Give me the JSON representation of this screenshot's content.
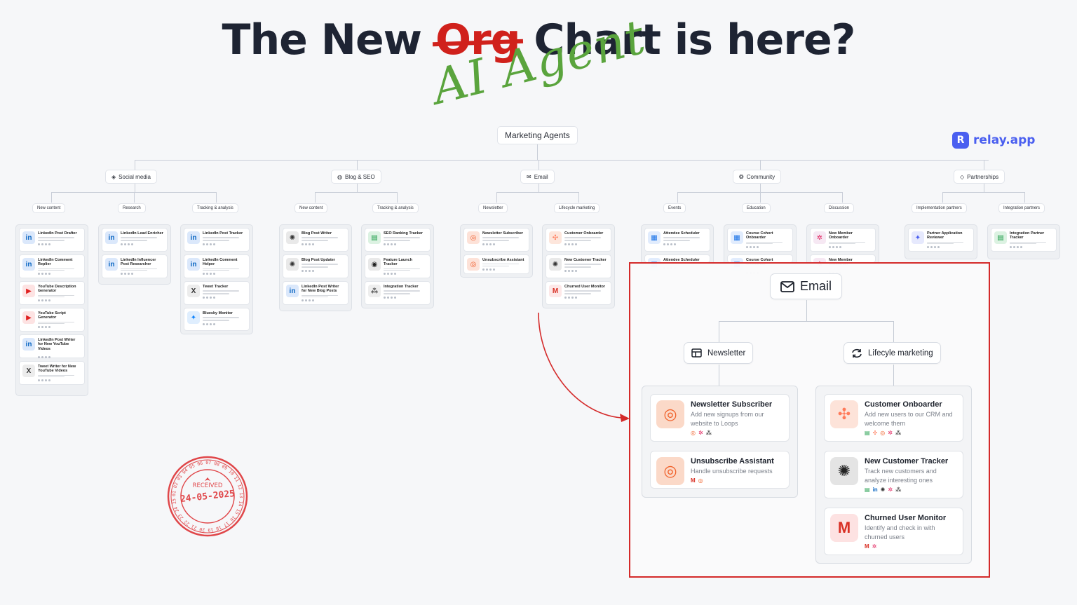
{
  "title": {
    "part1": "The New",
    "struck": "Org",
    "part2": "Chart is here?",
    "handwritten": "AI Agent"
  },
  "logo": {
    "mark": "R",
    "word": "relay.app"
  },
  "root": "Marketing Agents",
  "departments": [
    "Social media",
    "Blog & SEO",
    "Email",
    "Community",
    "Partnerships"
  ],
  "teams": {
    "social": [
      "New content",
      "Research",
      "Tracking & analysis"
    ],
    "blog": [
      "New content",
      "Tracking & analysis"
    ],
    "email": [
      "Newsletter",
      "Lifecycle marketing"
    ],
    "community": [
      "Events",
      "Education",
      "Discussion"
    ],
    "partnerships": [
      "Implementation partners",
      "Integration partners"
    ]
  },
  "agents": {
    "social_new": [
      "LinkedIn Post Drafter",
      "LinkedIn Comment Replier",
      "YouTube Description Generator",
      "YouTube Script Generator",
      "LinkedIn Post Writer for New YouTube Videos",
      "Tweet Writer for New YouTube Videos"
    ],
    "social_research": [
      "LinkedIn Lead Enricher",
      "LinkedIn Influencer Post Researcher"
    ],
    "social_tracking": [
      "LinkedIn Post Tracker",
      "LinkedIn Comment Helper",
      "Tweet Tracker",
      "Bluesky Monitor"
    ],
    "blog_new": [
      "Blog Post Writer",
      "Blog Post Updater",
      "LinkedIn Post Writer for New Blog Posts"
    ],
    "blog_tracking": [
      "SEO Ranking Tracker",
      "Feature Launch Tracker",
      "Integration Tracker"
    ],
    "email_newsletter": [
      "Newsletter Subscriber",
      "Unsubscribe Assistant"
    ],
    "email_lifecycle": [
      "Customer Onboarder",
      "New Customer Tracker",
      "Churned User Monitor"
    ],
    "community_events": [
      "Attendee Scheduler",
      "Attendee Scheduler"
    ],
    "community_education": [
      "Course Cohort Onboarder",
      "Course Cohort Onboarder"
    ],
    "community_discussion": [
      "New Member Onboarder",
      "New Member Onboarder"
    ],
    "partner_impl": [
      "Partner Application Reviewer"
    ],
    "partner_integ": [
      "Integration Partner Tracker"
    ]
  },
  "stamp": {
    "label": "RECEIVED",
    "date": "24-05-2025",
    "ring": "01 02 03 04 05 06 07 08 09 10 11 12 13 14 15 16 17 18 19 20 21 22 23 24 25 26 27 28 29 30 31"
  },
  "zoom": {
    "department": "Email",
    "teams": [
      "Newsletter",
      "Lifecyle marketing"
    ],
    "newsletter_cards": [
      {
        "title": "Newsletter Subscriber",
        "desc": "Add new signups from our website to Loops",
        "icon": "loops-icon"
      },
      {
        "title": "Unsubscribe Assistant",
        "desc": "Handle unsubscribe requests",
        "icon": "loops-icon"
      }
    ],
    "lifecycle_cards": [
      {
        "title": "Customer Onboarder",
        "desc": "Add new users to our CRM and welcome them",
        "icon": "hubspot-icon"
      },
      {
        "title": "New Customer Tracker",
        "desc": "Track new customers and analyze interesting ones",
        "icon": "openai-icon"
      },
      {
        "title": "Churned User Monitor",
        "desc": "Identify and check in with churned users",
        "icon": "gmail-icon"
      }
    ]
  },
  "colors": {
    "accent_red": "#d42a2a",
    "headline": "#1e2433",
    "handwritten_green": "#5aa43d",
    "relay_blue": "#4a5ff0"
  }
}
